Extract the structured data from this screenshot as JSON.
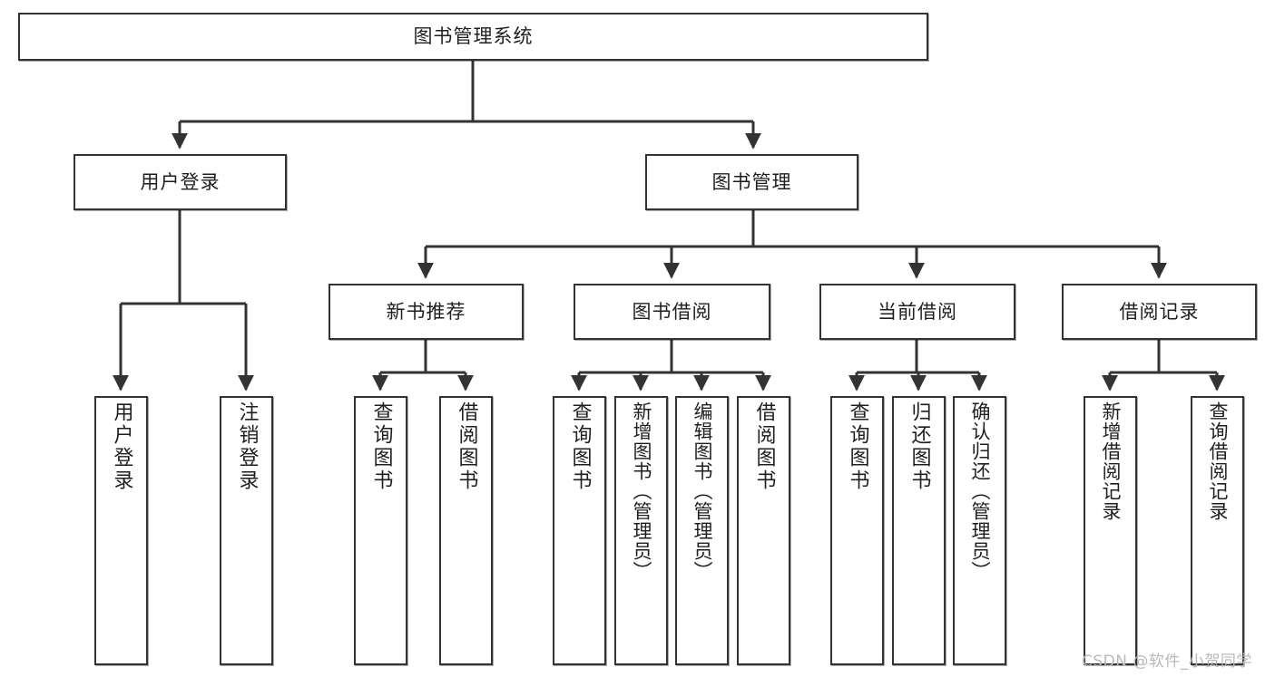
{
  "diagram": {
    "title": "图书管理系统",
    "watermark": "CSDN @软件_小贺同学",
    "line_color": "#333333",
    "box_fill": "#ffffff",
    "text_color": "#1f1f1f",
    "nodes": {
      "root": {
        "label": "图书管理系统"
      },
      "level2": [
        {
          "label": "用户登录"
        },
        {
          "label": "图书管理"
        }
      ],
      "level3": [
        {
          "label": "新书推荐"
        },
        {
          "label": "图书借阅"
        },
        {
          "label": "当前借阅"
        },
        {
          "label": "借阅记录"
        }
      ],
      "leaves": {
        "user_login": [
          {
            "label": "用户登录"
          },
          {
            "label": "注销登录"
          }
        ],
        "new_book_recommend": [
          {
            "label": "查询图书"
          },
          {
            "label": "借阅图书"
          }
        ],
        "book_borrow": [
          {
            "label": "查询图书"
          },
          {
            "label": "新增图书（管理员）"
          },
          {
            "label": "编辑图书（管理员）"
          },
          {
            "label": "借阅图书"
          }
        ],
        "current_borrow": [
          {
            "label": "查询图书"
          },
          {
            "label": "归还图书"
          },
          {
            "label": "确认归还（管理员）"
          }
        ],
        "borrow_record": [
          {
            "label": "新增借阅记录"
          },
          {
            "label": "查询借阅记录"
          }
        ]
      }
    }
  }
}
